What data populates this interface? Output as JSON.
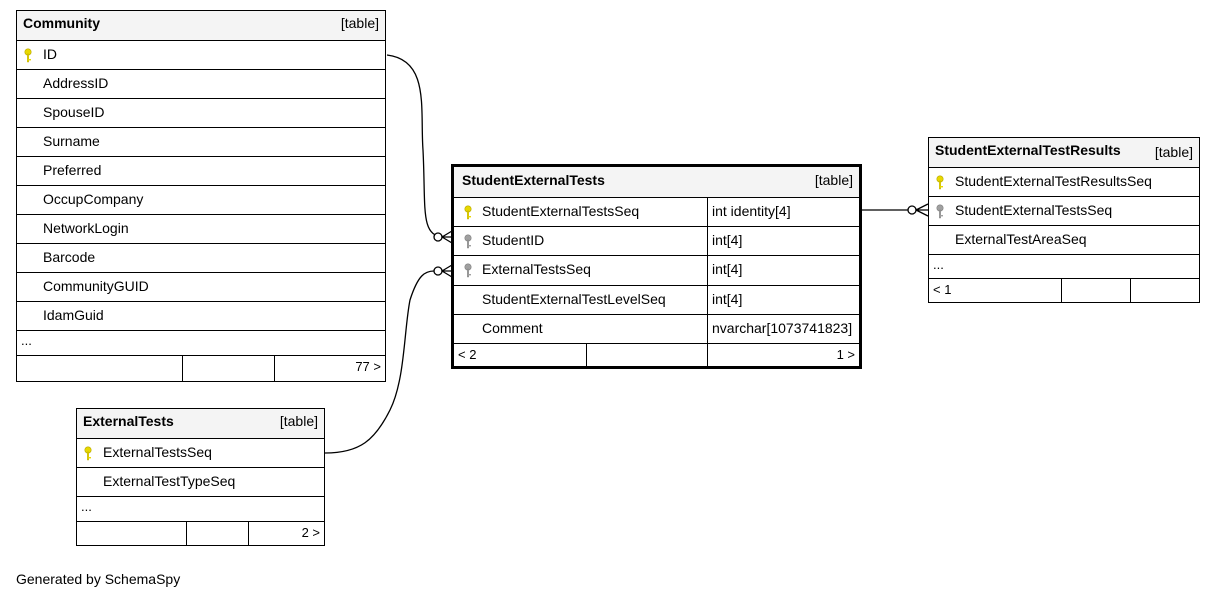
{
  "type_label": "[table]",
  "ellipsis": "...",
  "tables": {
    "community": {
      "name": "Community",
      "columns": [
        {
          "name": "ID",
          "key": "primary"
        },
        {
          "name": "AddressID"
        },
        {
          "name": "SpouseID"
        },
        {
          "name": "Surname"
        },
        {
          "name": "Preferred"
        },
        {
          "name": "OccupCompany"
        },
        {
          "name": "NetworkLogin"
        },
        {
          "name": "Barcode"
        },
        {
          "name": "CommunityGUID"
        },
        {
          "name": "IdamGuid"
        }
      ],
      "footer": {
        "left": "",
        "right": "77 >"
      }
    },
    "external_tests": {
      "name": "ExternalTests",
      "columns": [
        {
          "name": "ExternalTestsSeq",
          "key": "primary"
        },
        {
          "name": "ExternalTestTypeSeq"
        }
      ],
      "footer": {
        "left": "",
        "right": "2 >"
      }
    },
    "student_external_tests": {
      "name": "StudentExternalTests",
      "columns": [
        {
          "name": "StudentExternalTestsSeq",
          "type": "int identity[4]",
          "key": "primary"
        },
        {
          "name": "StudentID",
          "type": "int[4]",
          "key": "foreign"
        },
        {
          "name": "ExternalTestsSeq",
          "type": "int[4]",
          "key": "foreign"
        },
        {
          "name": "StudentExternalTestLevelSeq",
          "type": "int[4]"
        },
        {
          "name": "Comment",
          "type": "nvarchar[1073741823]"
        }
      ],
      "footer": {
        "left": "< 2",
        "right": "1 >"
      }
    },
    "student_external_test_results": {
      "name": "StudentExternalTestResults",
      "columns": [
        {
          "name": "StudentExternalTestResultsSeq",
          "key": "primary"
        },
        {
          "name": "StudentExternalTestsSeq",
          "key": "foreign"
        },
        {
          "name": "ExternalTestAreaSeq"
        }
      ],
      "footer": {
        "left": "< 1",
        "right": ""
      }
    }
  },
  "relationships": [
    {
      "from": "Community.ID",
      "to": "StudentExternalTests.StudentID"
    },
    {
      "from": "ExternalTests.ExternalTestsSeq",
      "to": "StudentExternalTests.ExternalTestsSeq"
    },
    {
      "from": "StudentExternalTests.StudentExternalTestsSeq",
      "to": "StudentExternalTestResults.StudentExternalTestsSeq"
    }
  ],
  "colors": {
    "primary_key": "#e8d800",
    "foreign_key": "#a0a0a0",
    "header_bg": "#f4f4f4"
  },
  "footer_text": "Generated by SchemaSpy"
}
